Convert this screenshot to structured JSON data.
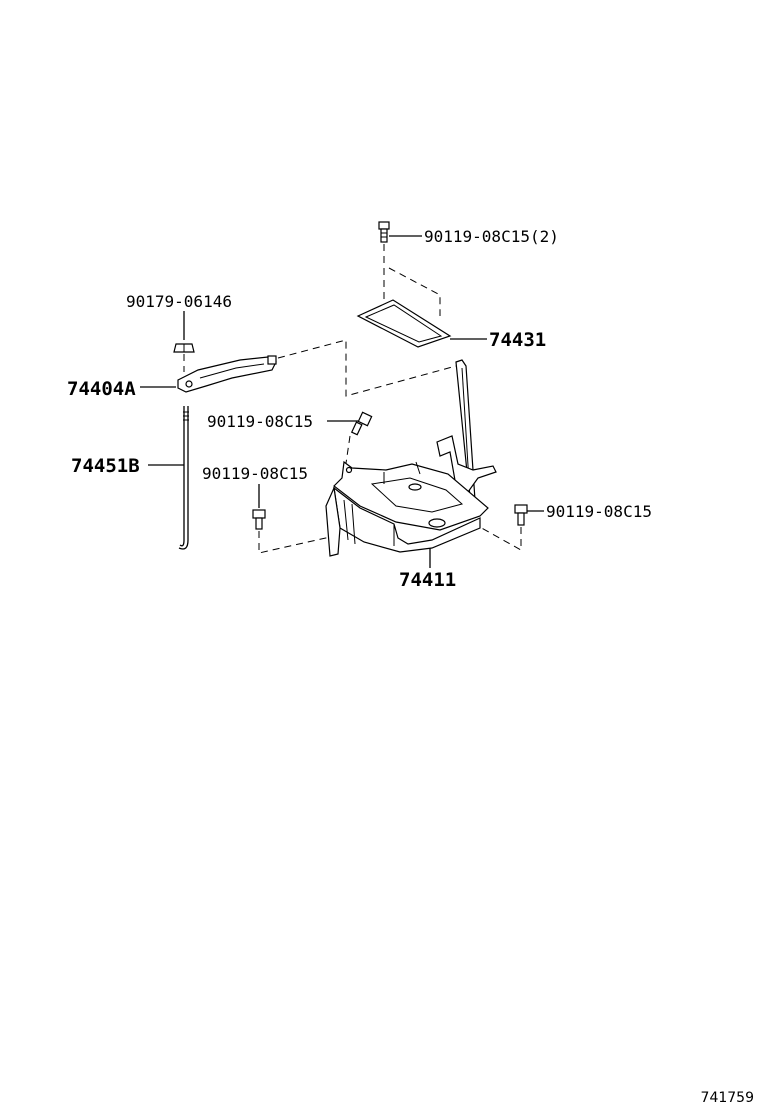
{
  "parts": {
    "bolt_top": "90119-08C15(2)",
    "frame_seal": "74431",
    "nut": "90179-06146",
    "clamp": "74404A",
    "bolt_mid": "90119-08C15",
    "rod": "74451B",
    "bolt_left": "90119-08C15",
    "bolt_right": "90119-08C15",
    "tray": "74411"
  },
  "diagram_id": "741759"
}
